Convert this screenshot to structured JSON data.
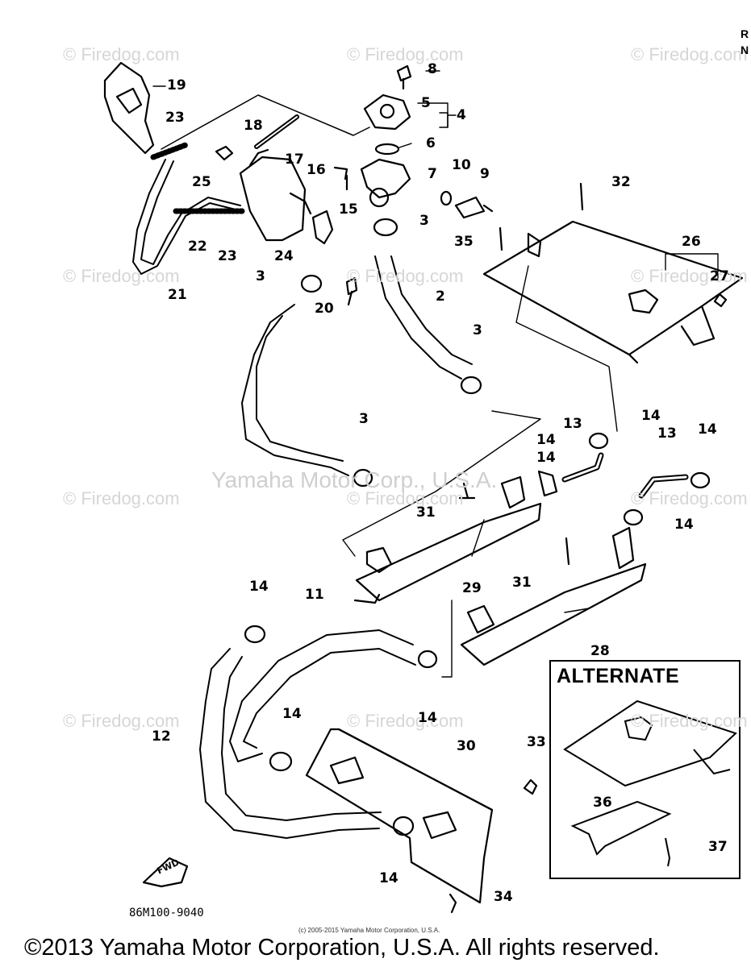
{
  "watermark": {
    "text": "© Firedog.com",
    "center_text": "Yamaha Motor Corp., U.S.A."
  },
  "part_labels": [
    "19",
    "23",
    "18",
    "8",
    "5",
    "4",
    "6",
    "17",
    "25",
    "16",
    "10",
    "9",
    "7",
    "32",
    "15",
    "3",
    "22",
    "23",
    "24",
    "35",
    "26",
    "27",
    "3",
    "20",
    "21",
    "2",
    "3",
    "14",
    "13",
    "14",
    "13",
    "14",
    "3",
    "14",
    "14",
    "31",
    "29",
    "31",
    "28",
    "14",
    "11",
    "14",
    "14",
    "12",
    "30",
    "33",
    "36",
    "37",
    "34",
    "14"
  ],
  "alternate": {
    "title": "ALTERNATE",
    "labels": [
      "36",
      "37"
    ]
  },
  "diagram_code": "86M100-9040",
  "small_copyright": "(c) 2005-2015 Yamaha Motor Corporation, U.S.A.",
  "copyright": "©2013 Yamaha Motor Corporation, U.S.A. All rights reserved.",
  "corner_text": [
    "R",
    "N"
  ],
  "fwd_label": "FWD"
}
